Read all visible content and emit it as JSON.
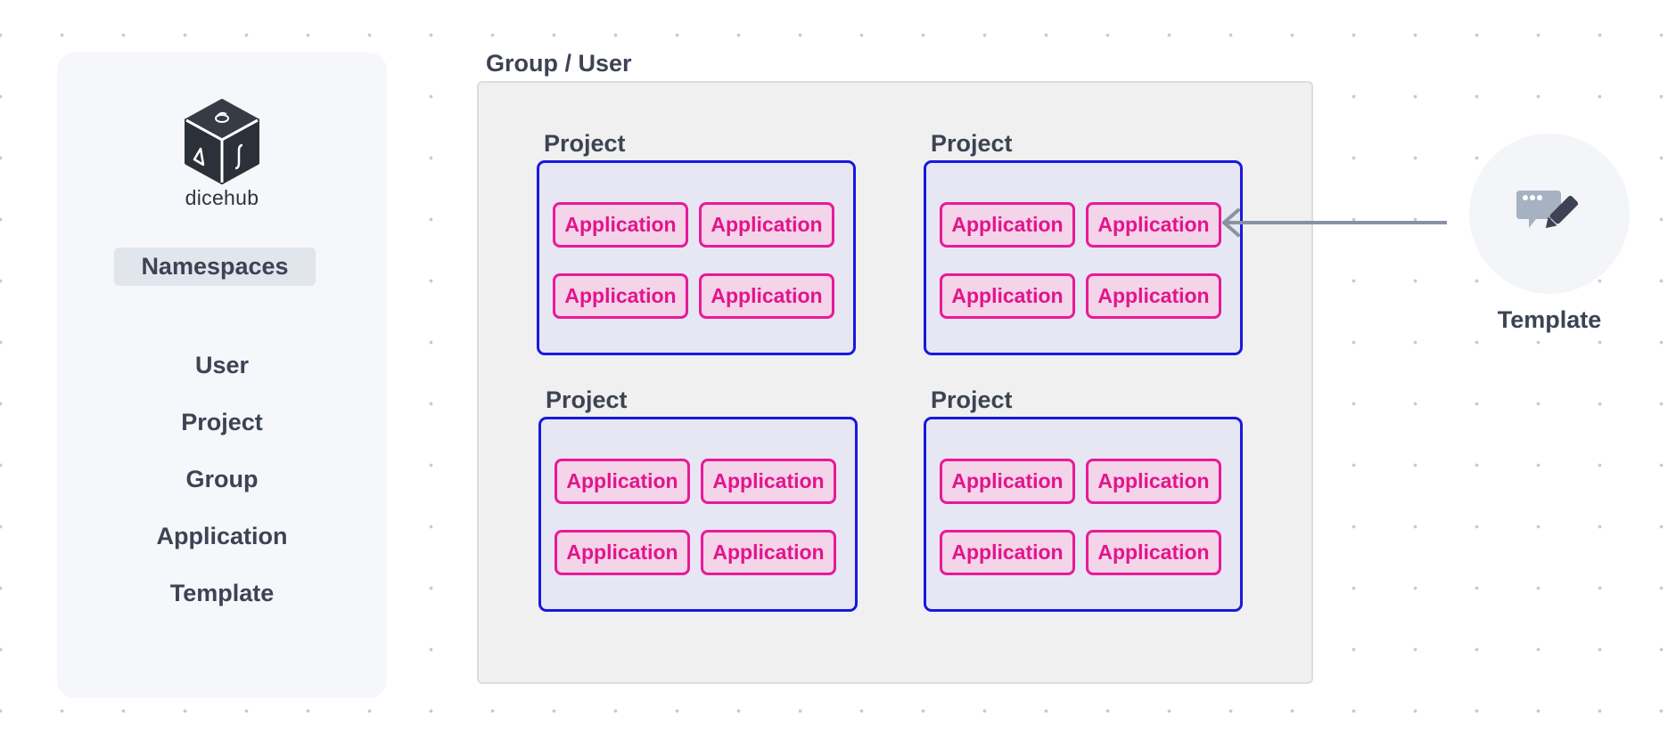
{
  "sidebar": {
    "brand": "dicehub",
    "section_title": "Namespaces",
    "items": [
      {
        "label": "User"
      },
      {
        "label": "Project"
      },
      {
        "label": "Group"
      },
      {
        "label": "Application"
      },
      {
        "label": "Template"
      }
    ]
  },
  "diagram": {
    "group_title": "Group / User",
    "projects": [
      {
        "title": "Project",
        "apps": [
          "Application",
          "Application",
          "Application",
          "Application"
        ]
      },
      {
        "title": "Project",
        "apps": [
          "Application",
          "Application",
          "Application",
          "Application"
        ]
      },
      {
        "title": "Project",
        "apps": [
          "Application",
          "Application",
          "Application",
          "Application"
        ]
      },
      {
        "title": "Project",
        "apps": [
          "Application",
          "Application",
          "Application",
          "Application"
        ]
      }
    ],
    "template": {
      "label": "Template",
      "icon": "template-edit-icon"
    },
    "arrow": {
      "from": "Template",
      "to": "Application"
    }
  },
  "colors": {
    "project_border": "#1818e0",
    "project_fill": "#e6e7f3",
    "application_border": "#e91a98",
    "application_fill": "#f3d4e8",
    "application_text": "#e3148c",
    "group_fill": "#f0f0f0",
    "arrow": "#8792a3"
  }
}
